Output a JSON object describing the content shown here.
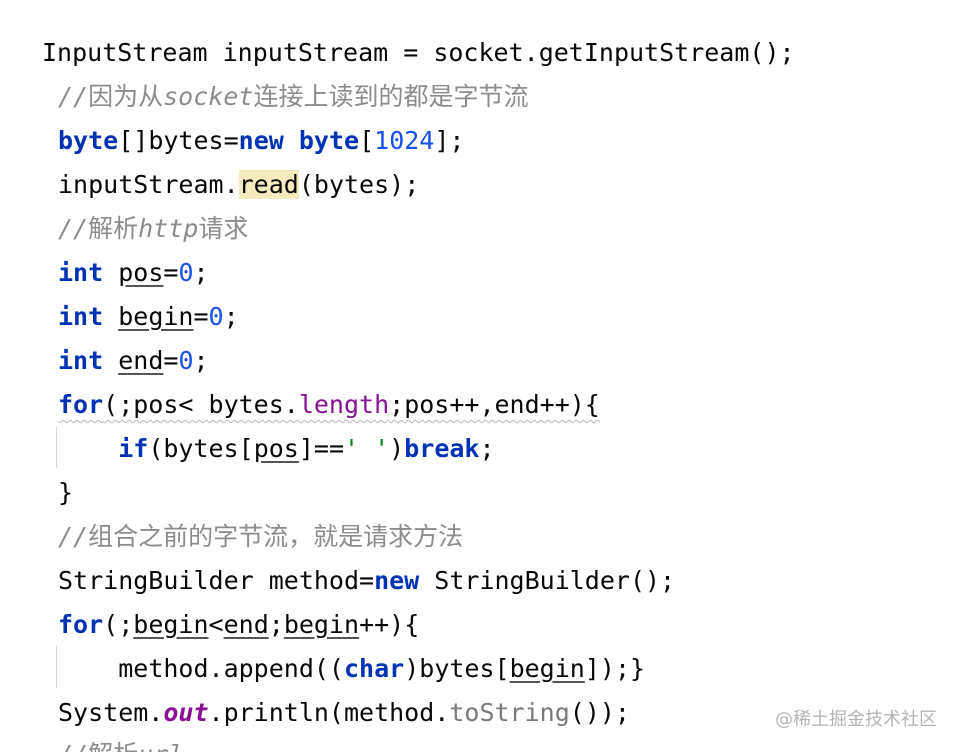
{
  "code": {
    "l1": {
      "a": "InputStream inputStream = socket.getInputStream();"
    },
    "l2": {
      "slashes": "//",
      "cjk1": "因为从",
      "latin": "socket",
      "cjk2": "连接上读到的都是字节流"
    },
    "l3": {
      "kw1": "byte",
      "a": "[]bytes=",
      "kw2": "new",
      "sp": " ",
      "kw3": "byte",
      "b": "[",
      "num": "1024",
      "c": "];"
    },
    "l4": {
      "a": "inputStream.",
      "hl": "read",
      "b": "(bytes);"
    },
    "l5": {
      "slashes": "//",
      "cjk1": "解析",
      "latin": "http",
      "cjk2": "请求"
    },
    "l6": {
      "kw": "int",
      "sp": " ",
      "var": "pos",
      "eq": "=",
      "num": "0",
      "end": ";"
    },
    "l7": {
      "kw": "int",
      "sp": " ",
      "var": "begin",
      "eq": "=",
      "num": "0",
      "end": ";"
    },
    "l8": {
      "kw": "int",
      "sp": " ",
      "var": "end",
      "eq": "=",
      "num": "0",
      "end": ";"
    },
    "l9": {
      "kw": "for",
      "a": "(;pos< bytes.",
      "fld": "length",
      "b": ";pos++,end++){"
    },
    "l10": {
      "indent": "    ",
      "kw1": "if",
      "a": "(bytes[",
      "var": "pos",
      "b": "]==",
      "str": "' '",
      "c": ")",
      "kw2": "break",
      "d": ";"
    },
    "l11": {
      "a": "}"
    },
    "l12": {
      "slashes": "//",
      "cjk": "组合之前的字节流，就是请求方法"
    },
    "l13": {
      "a": "StringBuilder method=",
      "kw": "new",
      "b": " StringBuilder();"
    },
    "l14": {
      "kw": "for",
      "a": "(;",
      "v1": "begin",
      "b": "<",
      "v2": "end",
      "c": ";",
      "v3": "begin",
      "d": "++){"
    },
    "l15": {
      "indent": "    ",
      "a": "method.append((",
      "kw": "char",
      "b": ")bytes[",
      "var": "begin",
      "c": "]);}"
    },
    "l16": {
      "a": "System.",
      "fld": "out",
      "b": ".println(method.",
      "meth": "toString",
      "c": "());"
    },
    "l17": {
      "slashes": "//",
      "cjk": "解析",
      "latin": "url"
    }
  },
  "watermark": "@稀土掘金技术社区"
}
